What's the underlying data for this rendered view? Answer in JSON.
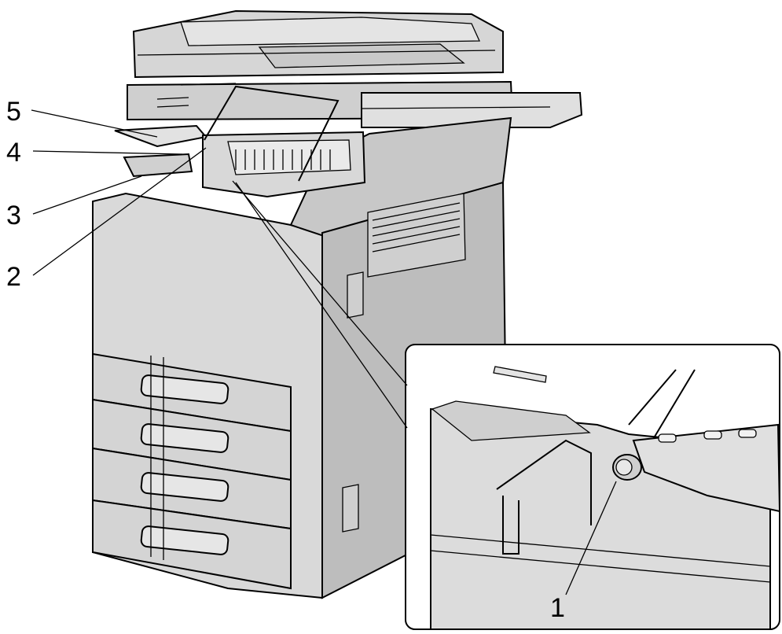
{
  "callouts": [
    {
      "label": "5"
    },
    {
      "label": "4"
    },
    {
      "label": "3"
    },
    {
      "label": "2"
    },
    {
      "label": "1"
    }
  ],
  "colors": {
    "body_fill": "#d9d9d9",
    "body_shadow": "#bdbdbd",
    "line": "#000000",
    "background": "#ffffff"
  }
}
